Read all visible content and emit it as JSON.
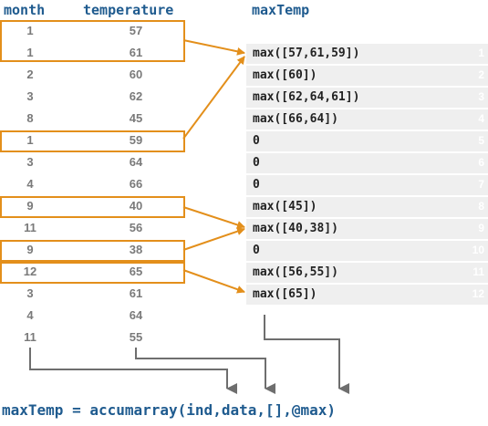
{
  "headers": {
    "month": "month",
    "temperature": "temperature",
    "maxTemp": "maxTemp"
  },
  "table": [
    {
      "month": "1",
      "temperature": "57"
    },
    {
      "month": "1",
      "temperature": "61"
    },
    {
      "month": "2",
      "temperature": "60"
    },
    {
      "month": "3",
      "temperature": "62"
    },
    {
      "month": "8",
      "temperature": "45"
    },
    {
      "month": "1",
      "temperature": "59"
    },
    {
      "month": "3",
      "temperature": "64"
    },
    {
      "month": "4",
      "temperature": "66"
    },
    {
      "month": "9",
      "temperature": "40"
    },
    {
      "month": "11",
      "temperature": "56"
    },
    {
      "month": "9",
      "temperature": "38"
    },
    {
      "month": "12",
      "temperature": "65"
    },
    {
      "month": "3",
      "temperature": "61"
    },
    {
      "month": "4",
      "temperature": "64"
    },
    {
      "month": "11",
      "temperature": "55"
    }
  ],
  "maxTemp": [
    {
      "expr": "max([57,61,59])",
      "index": "1"
    },
    {
      "expr": "max([60])",
      "index": "2"
    },
    {
      "expr": "max([62,64,61])",
      "index": "3"
    },
    {
      "expr": "max([66,64])",
      "index": "4"
    },
    {
      "expr": "0",
      "index": "5"
    },
    {
      "expr": "0",
      "index": "6"
    },
    {
      "expr": "0",
      "index": "7"
    },
    {
      "expr": "max([45])",
      "index": "8"
    },
    {
      "expr": "max([40,38])",
      "index": "9"
    },
    {
      "expr": "0",
      "index": "10"
    },
    {
      "expr": "max([56,55])",
      "index": "11"
    },
    {
      "expr": "max([65])",
      "index": "12"
    }
  ],
  "code": "maxTemp = accumarray(ind,data,[],@max)",
  "colors": {
    "highlight": "#e38f1b",
    "title": "#1f5b8f",
    "value": "#7a7a7a",
    "arrow": "#6e6e6e",
    "rowbg": "#efefef"
  }
}
